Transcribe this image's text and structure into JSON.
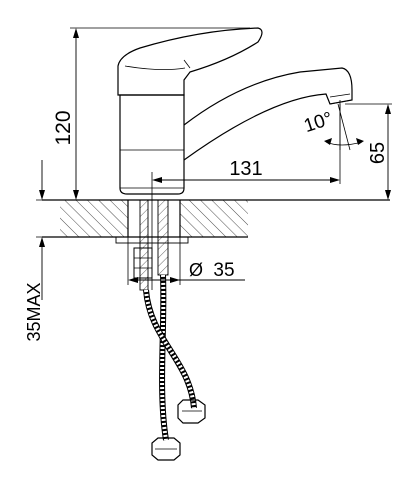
{
  "dimensions": {
    "height": "120",
    "spout_height": "65",
    "reach": "131",
    "spout_angle": "10°",
    "diameter_symbol": "Ø",
    "hole_diameter": "35",
    "max_thickness": "35MAX"
  }
}
